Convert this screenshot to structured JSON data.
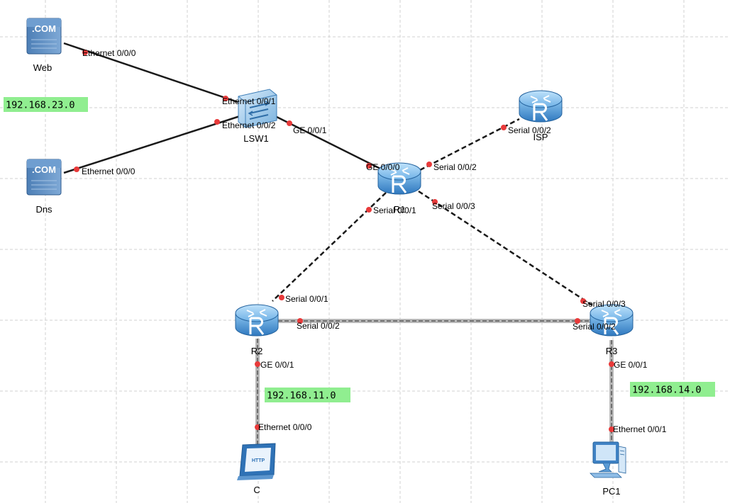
{
  "colors": {
    "grid": "#d0d0d0",
    "link_solid": "#1a1a1a",
    "link_serial": "#1a1a1a",
    "link_highlight": "#b8b8b8",
    "port_dot": "#e83a3a",
    "router_blue": "#3a86c8",
    "net_label_bg": "#90ee90",
    "text": "#000000"
  },
  "devices": {
    "web": {
      "label": "Web",
      "type": "server",
      "icon": "server-com-icon",
      "badge": ".COM"
    },
    "dns": {
      "label": "Dns",
      "type": "server",
      "icon": "server-com-icon",
      "badge": ".COM"
    },
    "lsw1": {
      "label": "LSW1",
      "type": "switch",
      "icon": "switch-icon"
    },
    "r1": {
      "label": "R1",
      "type": "router",
      "icon": "router-icon"
    },
    "isp": {
      "label": "ISP",
      "type": "router",
      "icon": "router-icon"
    },
    "r2": {
      "label": "R2",
      "type": "router",
      "icon": "router-icon"
    },
    "r3": {
      "label": "R3",
      "type": "router",
      "icon": "router-icon"
    },
    "c": {
      "label": "C",
      "type": "client",
      "icon": "http-client-icon",
      "badge": "HTTP"
    },
    "pc1": {
      "label": "PC1",
      "type": "pc",
      "icon": "pc-icon"
    }
  },
  "networks": {
    "net23": "192.168.23.0",
    "net11": "192.168.11.0",
    "net14": "192.168.14.0"
  },
  "ports": {
    "web_e000": "Ethernet 0/0/0",
    "lsw_e001": "Ethernet 0/0/1",
    "lsw_e002": "Ethernet 0/0/2",
    "dns_e000": "Ethernet 0/0/0",
    "lsw_ge001": "GE 0/0/1",
    "r1_ge000": "GE 0/0/0",
    "r1_s002": "Serial 0/0/2",
    "isp_s002": "Serial 0/0/2",
    "r1_s001": "Serial 0/0/1",
    "r1_s003": "Serial 0/0/3",
    "r2_s001": "Serial 0/0/1",
    "r2_s002": "Serial 0/0/2",
    "r3_s003": "Serial 0/0/3",
    "r3_s002": "Serial 0/0/2",
    "r2_ge001": "GE 0/0/1",
    "c_e000": "Ethernet 0/0/0",
    "r3_ge001": "GE 0/0/1",
    "pc1_e001": "Ethernet 0/0/1"
  }
}
